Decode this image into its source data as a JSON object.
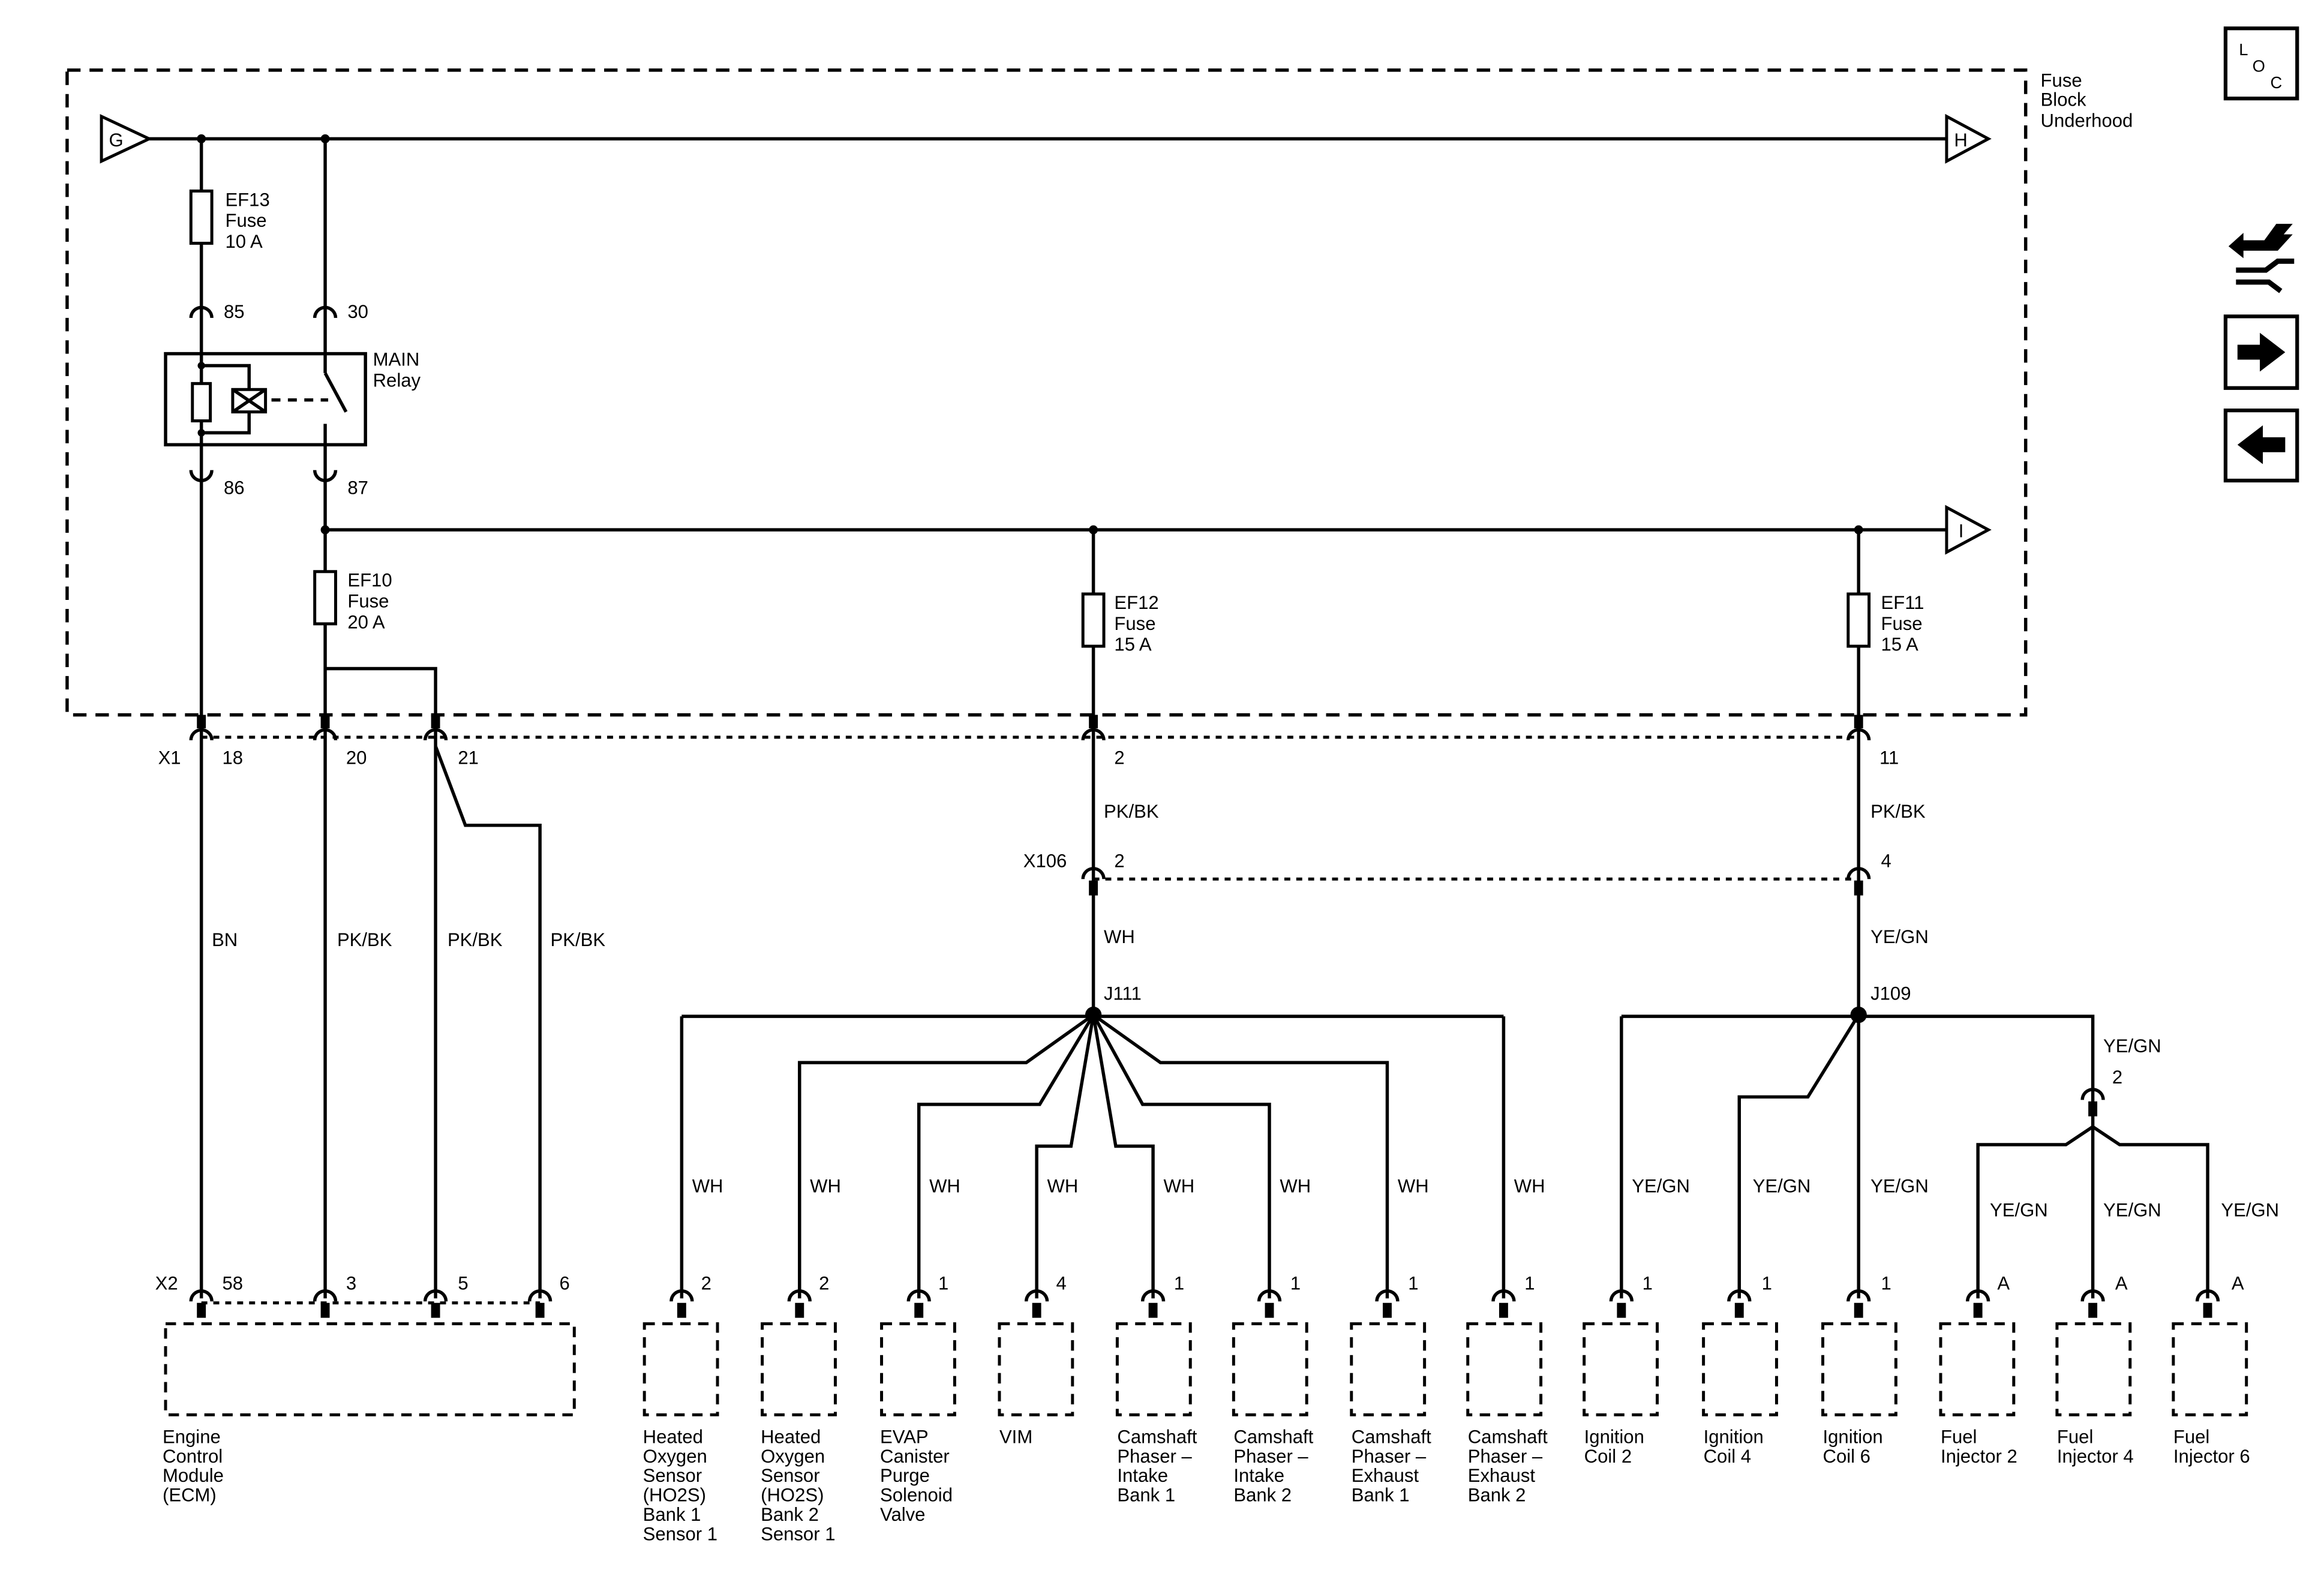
{
  "fuse_block": {
    "label": [
      "Fuse",
      "Block",
      "Underhood"
    ]
  },
  "bus_refs": {
    "g": "G",
    "h": "H",
    "i": "I"
  },
  "fuses": [
    {
      "name": "EF13",
      "type": "Fuse",
      "rating": "10 A"
    },
    {
      "name": "EF10",
      "type": "Fuse",
      "rating": "20 A"
    },
    {
      "name": "EF12",
      "type": "Fuse",
      "rating": "15 A"
    },
    {
      "name": "EF11",
      "type": "Fuse",
      "rating": "15 A"
    }
  ],
  "relay": {
    "name": "MAIN",
    "type": "Relay",
    "pins": [
      "85",
      "30",
      "86",
      "87"
    ]
  },
  "connectors": {
    "x1": {
      "name": "X1",
      "pins": [
        "18",
        "20",
        "21",
        "2",
        "11"
      ]
    },
    "x106": {
      "name": "X106",
      "pins": [
        "2",
        "4"
      ]
    },
    "x2": {
      "name": "X2",
      "pins": [
        "58",
        "3",
        "5",
        "6"
      ]
    }
  },
  "wires": {
    "ecm": [
      "BN",
      "PK/BK",
      "PK/BK",
      "PK/BK"
    ],
    "ef12_feed": "PK/BK",
    "ef11_feed": "PK/BK",
    "j111_feed": "WH",
    "j109_feed": "YE/GN",
    "injector_feed": "YE/GN"
  },
  "splices": {
    "j111": "J111",
    "j109": "J109"
  },
  "injector_connector_pin": "2",
  "ecm": {
    "label": [
      "Engine",
      "Control",
      "Module",
      "(ECM)"
    ]
  },
  "components": [
    {
      "label": [
        "Heated",
        "Oxygen",
        "Sensor",
        "(HO2S)",
        "Bank 1",
        "Sensor 1"
      ],
      "pin": "2",
      "wire": "WH"
    },
    {
      "label": [
        "Heated",
        "Oxygen",
        "Sensor",
        "(HO2S)",
        "Bank 2",
        "Sensor 1"
      ],
      "pin": "2",
      "wire": "WH"
    },
    {
      "label": [
        "EVAP",
        "Canister",
        "Purge",
        "Solenoid",
        "Valve"
      ],
      "pin": "1",
      "wire": "WH"
    },
    {
      "label": [
        "VIM"
      ],
      "pin": "4",
      "wire": "WH"
    },
    {
      "label": [
        "Camshaft",
        "Phaser –",
        "Intake",
        "Bank 1"
      ],
      "pin": "1",
      "wire": "WH"
    },
    {
      "label": [
        "Camshaft",
        "Phaser –",
        "Intake",
        "Bank 2"
      ],
      "pin": "1",
      "wire": "WH"
    },
    {
      "label": [
        "Camshaft",
        "Phaser –",
        "Exhaust",
        "Bank 1"
      ],
      "pin": "1",
      "wire": "WH"
    },
    {
      "label": [
        "Camshaft",
        "Phaser –",
        "Exhaust",
        "Bank 2"
      ],
      "pin": "1",
      "wire": "WH"
    },
    {
      "label": [
        "Ignition",
        "Coil 2"
      ],
      "pin": "1",
      "wire": "YE/GN"
    },
    {
      "label": [
        "Ignition",
        "Coil 4"
      ],
      "pin": "1",
      "wire": "YE/GN"
    },
    {
      "label": [
        "Ignition",
        "Coil 6"
      ],
      "pin": "1",
      "wire": "YE/GN"
    },
    {
      "label": [
        "Fuel",
        "Injector 2"
      ],
      "pin": "A",
      "wire": "YE/GN"
    },
    {
      "label": [
        "Fuel",
        "Injector 4"
      ],
      "pin": "A",
      "wire": "YE/GN"
    },
    {
      "label": [
        "Fuel",
        "Injector 6"
      ],
      "pin": "A",
      "wire": "YE/GN"
    }
  ],
  "nav": {
    "loc": [
      "L",
      "O",
      "C"
    ]
  },
  "colors": {
    "line": "#000000",
    "background": "#ffffff"
  }
}
